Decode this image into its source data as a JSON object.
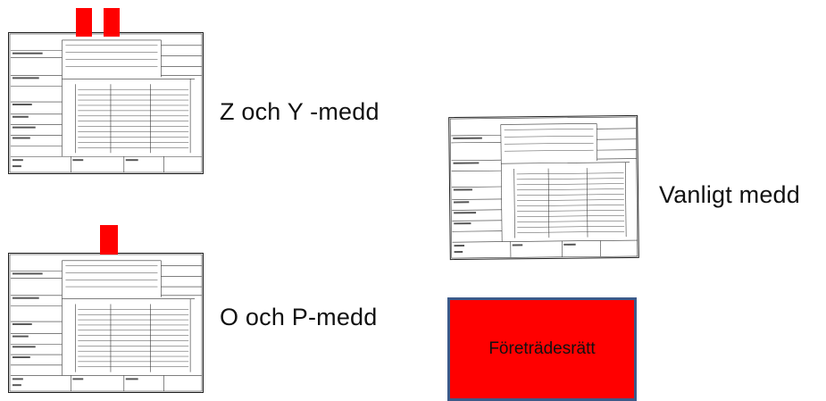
{
  "items": [
    {
      "label": "Z och Y -medd",
      "tabs": 2
    },
    {
      "label": "O och P-medd",
      "tabs": 1
    },
    {
      "label": "Vanligt medd",
      "tabs": 0
    }
  ],
  "legend": {
    "label": "Företrädesrätt",
    "color": "#ff0000",
    "border_color": "#3b5a8a"
  },
  "tab_color": "#ff0000"
}
